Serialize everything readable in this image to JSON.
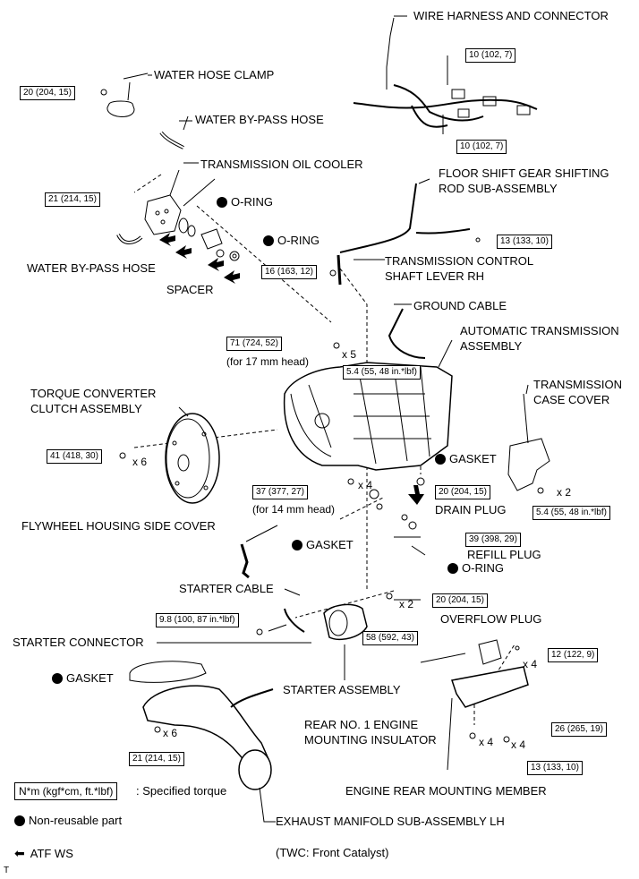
{
  "labels": {
    "wire_harness": "WIRE HARNESS AND CONNECTOR",
    "water_hose_clamp": "WATER HOSE CLAMP",
    "water_bypass_hose_top": "WATER BY-PASS HOSE",
    "transmission_oil_cooler": "TRANSMISSION OIL COOLER",
    "o_ring_1": "O-RING",
    "o_ring_2": "O-RING",
    "water_bypass_hose_bottom": "WATER BY-PASS HOSE",
    "spacer": "SPACER",
    "floor_shift_line1": "FLOOR SHIFT GEAR SHIFTING",
    "floor_shift_line2": "ROD SUB-ASSEMBLY",
    "trans_control_line1": "TRANSMISSION CONTROL",
    "trans_control_line2": "SHAFT LEVER RH",
    "ground_cable": "GROUND CABLE",
    "auto_trans_line1": "AUTOMATIC TRANSMISSION",
    "auto_trans_line2": "ASSEMBLY",
    "torque_conv_line1": "TORQUE CONVERTER",
    "torque_conv_line2": "CLUTCH ASSEMBLY",
    "trans_case_line1": "TRANSMISSION",
    "trans_case_line2": "CASE COVER",
    "gasket_drain": "GASKET",
    "drain_plug": "DRAIN PLUG",
    "flywheel_cover": "FLYWHEEL HOUSING SIDE COVER",
    "gasket_mid": "GASKET",
    "refill_plug": "REFILL PLUG",
    "o_ring_3": "O-RING",
    "starter_cable": "STARTER CABLE",
    "overflow_plug": "OVERFLOW PLUG",
    "starter_connector": "STARTER CONNECTOR",
    "gasket_exhaust": "GASKET",
    "starter_assembly": "STARTER ASSEMBLY",
    "rear_insulator_line1": "REAR NO. 1 ENGINE",
    "rear_insulator_line2": "MOUNTING INSULATOR",
    "engine_rear_member": "ENGINE REAR MOUNTING MEMBER",
    "exhaust_manifold": "EXHAUST MANIFOLD SUB-ASSEMBLY LH"
  },
  "torques": {
    "t1": "10 (102, 7)",
    "t2": "20 (204, 15)",
    "t3": "10 (102, 7)",
    "t4": "21 (214, 15)",
    "t5": "13 (133, 10)",
    "t6": "16 (163, 12)",
    "t7": "71 (724, 52)",
    "t8": "5.4 (55, 48 in.*lbf)",
    "t9": "41 (418, 30)",
    "t10": "37 (377, 27)",
    "t11": "20 (204, 15)",
    "t12": "5.4 (55, 48 in.*lbf)",
    "t13": "39 (398, 29)",
    "t14": "20 (204, 15)",
    "t15": "9.8 (100, 87 in.*lbf)",
    "t16": "58 (592, 43)",
    "t17": "12 (122, 9)",
    "t18": "26 (265, 19)",
    "t19": "21 (214, 15)",
    "t20": "13 (133, 10)"
  },
  "notes": {
    "x5": "x 5",
    "head17": "(for 17 mm head)",
    "x6_torque": "x 6",
    "x4_bolt": "x 4",
    "head14": "(for 14 mm head)",
    "x2_case": "x 2",
    "x2_starter": "x 2",
    "x4_mount_a": "x 4",
    "x4_mount_b": "x 4",
    "x4_mount_c": "x 4",
    "x6_exhaust": "x 6",
    "twc": "(TWC: Front Catalyst)"
  },
  "legend": {
    "specified_torque_box": "N*m (kgf*cm, ft.*lbf)",
    "specified_torque_text": ": Specified torque",
    "non_reusable": "Non-reusable part",
    "atf": "ATF WS"
  },
  "corner_mark": "T"
}
